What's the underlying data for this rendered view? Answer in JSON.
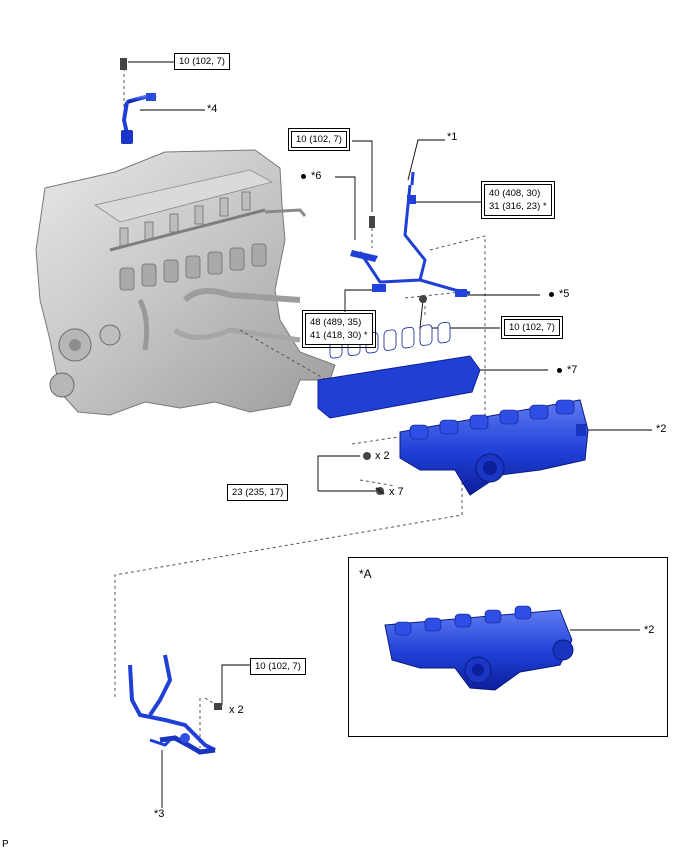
{
  "callouts": {
    "c1": "*1",
    "c2": "*2",
    "c3": "*3",
    "c4": "*4",
    "c5": "*5",
    "c6": "*6",
    "c7": "*7",
    "c2_inset": "*2"
  },
  "torque": {
    "t_top": "10 (102, 7)",
    "t_mid": "10 (102, 7)",
    "t_pipe_1": "40 (408, 30)",
    "t_pipe_2": "31 (316, 23) *",
    "t_bracket_1": "48 (489, 35)",
    "t_bracket_2": "41 (418, 30) *",
    "t_right": "10 (102, 7)",
    "t_nuts": "23 (235, 17)",
    "t_lower": "10 (102, 7)"
  },
  "quantities": {
    "q_nut2": "x 2",
    "q_bolt7": "x 7",
    "q_lower2": "x 2"
  },
  "inset": {
    "label": "*A"
  },
  "corner_mark": "P",
  "colors": {
    "part_blue": "#1f3fd6",
    "part_blue_dark": "#0c1f9a",
    "part_blue_light": "#5f7cf2",
    "engine_gray": "#c9c9c9",
    "engine_dark": "#8a8a8a"
  }
}
